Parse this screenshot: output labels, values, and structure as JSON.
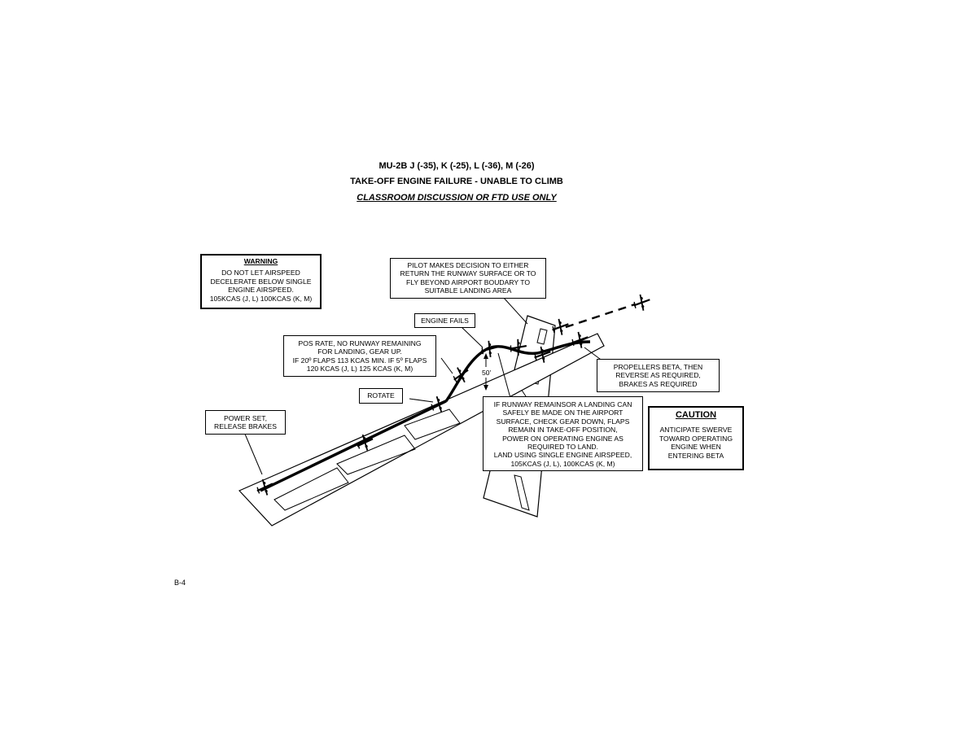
{
  "header": {
    "title_line1": "MU-2B J (-35), K (-25), L (-36), M (-26)",
    "title_line2": "TAKE-OFF ENGINE FAILURE - UNABLE TO CLIMB",
    "title_line3": "CLASSROOM DISCUSSION OR FTD USE ONLY"
  },
  "warning": {
    "heading": "WARNING",
    "lines": [
      "DO NOT LET AIRSPEED",
      "DECELERATE BELOW SINGLE",
      "ENGINE AIRSPEED.",
      "105KCAS (J, L) 100KCAS (K, M)"
    ]
  },
  "pilot_decision": {
    "lines": [
      "PILOT MAKES DECISION TO EITHER",
      "RETURN THE RUNWAY SURFACE OR TO",
      "FLY BEYOND AIRPORT BOUDARY TO",
      "SUITABLE LANDING AREA"
    ]
  },
  "engine_fails": {
    "label": "ENGINE FAILS"
  },
  "pos_rate": {
    "lines": [
      "POS RATE, NO RUNWAY REMAINING",
      "FOR LANDING, GEAR UP.",
      "IF 20º FLAPS 113 KCAS MIN. IF 5º FLAPS",
      "120 KCAS (J, L) 125 KCAS (K, M)"
    ]
  },
  "rotate": {
    "label": "ROTATE"
  },
  "power_set": {
    "lines": [
      "POWER SET,",
      "RELEASE BRAKES"
    ]
  },
  "propellers": {
    "lines": [
      "PROPELLERS BETA, THEN",
      "REVERSE AS REQUIRED,",
      "BRAKES AS REQUIRED"
    ]
  },
  "runway_remains": {
    "lines": [
      "IF RUNWAY REMAINSOR A LANDING CAN",
      "SAFELY BE MADE ON THE AIRPORT",
      "SURFACE, CHECK GEAR DOWN, FLAPS",
      "REMAIN IN TAKE-OFF POSITION,",
      "POWER ON OPERATING ENGINE AS",
      "REQUIRED TO LAND.",
      "LAND USING SINGLE ENGINE AIRSPEED,",
      "105KCAS (J, L), 100KCAS (K, M)"
    ]
  },
  "caution": {
    "heading": "CAUTION",
    "lines": [
      "ANTICIPATE SWERVE",
      "TOWARD OPERATING",
      "ENGINE WHEN",
      "ENTERING BETA"
    ]
  },
  "altitude_label": "50'",
  "page_number": "B-4"
}
